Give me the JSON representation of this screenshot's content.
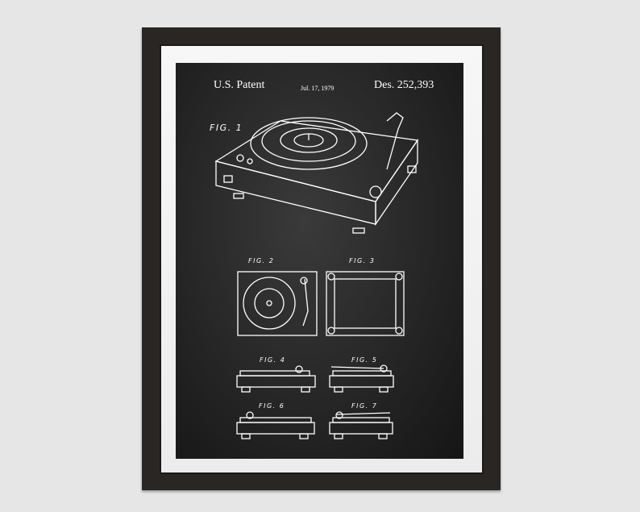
{
  "poster": {
    "header_left": "U.S. Patent",
    "header_date": "Jul. 17, 1979",
    "header_right": "Des. 252,393",
    "figures": [
      "FIG. 1",
      "FIG. 2",
      "FIG. 3",
      "FIG. 4",
      "FIG. 5",
      "FIG. 6",
      "FIG. 7"
    ]
  },
  "colors": {
    "frame": "#2a2624",
    "mat": "#f2f2f2",
    "poster": "#262626",
    "wall": "#e6e6e6"
  }
}
